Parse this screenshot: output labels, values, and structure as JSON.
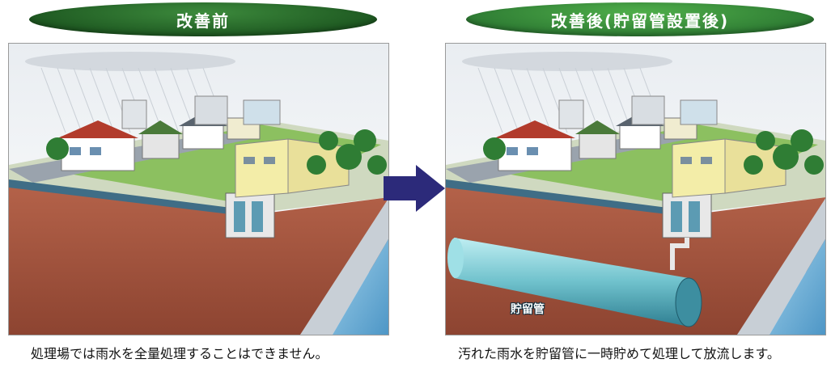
{
  "before": {
    "title": "改善前",
    "caption": "処理場では雨水を全量処理することはできません。"
  },
  "after": {
    "title": "改善後(貯留管設置後)",
    "caption": "汚れた雨水を貯留管に一時貯めて処理して放流します。",
    "tank_label": "貯留管"
  },
  "colors": {
    "banner_before": "#1f5a22",
    "banner_after": "#2f7d34",
    "arrow": "#2c2a7a",
    "soil": "#a0523c",
    "river": "#6fb4d6",
    "storage_pipe": "#7fd0d8"
  }
}
